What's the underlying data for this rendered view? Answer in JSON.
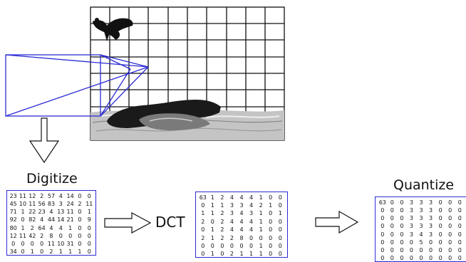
{
  "labels": {
    "digitize": "Digitize",
    "dct": "DCT",
    "quantize": "Quantize"
  },
  "colors": {
    "matrix_border": "#2b2bd6",
    "projection_lines": "#2b2bd6",
    "grid": "#111111",
    "water": "#b5b5b5",
    "rock": "#1a1a1a"
  },
  "matrices": {
    "digitized": [
      [
        "23",
        "11",
        "12",
        "2",
        "57",
        "4",
        "14",
        "0",
        "0"
      ],
      [
        "45",
        "10",
        "11",
        "56",
        "83",
        "3",
        "24",
        "2",
        "11"
      ],
      [
        "71",
        "1",
        "22",
        "23",
        "4",
        "13",
        "11",
        "0",
        "1"
      ],
      [
        "92",
        "0",
        "82",
        "4",
        "44",
        "14",
        "21",
        "0",
        "9"
      ],
      [
        "80",
        "1",
        "2",
        "64",
        "4",
        "4",
        "1",
        "0",
        "0"
      ],
      [
        "12",
        "11",
        "42",
        "2",
        "8",
        "0",
        "0",
        "0",
        "0"
      ],
      [
        "0",
        "0",
        "0",
        "0",
        "11",
        "10",
        "31",
        "0",
        "0"
      ],
      [
        "34",
        "0",
        "1",
        "0",
        "2",
        "1",
        "1",
        "1",
        "0"
      ]
    ],
    "dct": [
      [
        "63",
        "1",
        "2",
        "4",
        "4",
        "4",
        "1",
        "0",
        "0"
      ],
      [
        "0",
        "1",
        "1",
        "3",
        "3",
        "4",
        "2",
        "1",
        "0"
      ],
      [
        "1",
        "1",
        "2",
        "3",
        "4",
        "3",
        "1",
        "0",
        "1"
      ],
      [
        "2",
        "0",
        "2",
        "4",
        "4",
        "4",
        "1",
        "0",
        "0"
      ],
      [
        "0",
        "1",
        "2",
        "4",
        "4",
        "4",
        "1",
        "0",
        "0"
      ],
      [
        "2",
        "1",
        "2",
        "2",
        "8",
        "0",
        "0",
        "0",
        "0"
      ],
      [
        "0",
        "0",
        "0",
        "0",
        "0",
        "0",
        "1",
        "0",
        "0"
      ],
      [
        "0",
        "1",
        "0",
        "2",
        "1",
        "1",
        "1",
        "0",
        "0"
      ]
    ],
    "quantized": [
      [
        "63",
        "0",
        "0",
        "3",
        "3",
        "3",
        "0",
        "0",
        "0"
      ],
      [
        "0",
        "0",
        "0",
        "3",
        "3",
        "3",
        "0",
        "0",
        "0"
      ],
      [
        "0",
        "0",
        "0",
        "3",
        "3",
        "3",
        "0",
        "0",
        "0"
      ],
      [
        "0",
        "0",
        "0",
        "3",
        "3",
        "3",
        "0",
        "0",
        "0"
      ],
      [
        "0",
        "0",
        "0",
        "3",
        "4",
        "3",
        "0",
        "0",
        "0"
      ],
      [
        "0",
        "0",
        "0",
        "0",
        "5",
        "0",
        "0",
        "0",
        "0"
      ],
      [
        "0",
        "0",
        "0",
        "0",
        "0",
        "0",
        "0",
        "0",
        "0"
      ],
      [
        "0",
        "0",
        "0",
        "0",
        "0",
        "0",
        "0",
        "0",
        "0"
      ]
    ]
  }
}
